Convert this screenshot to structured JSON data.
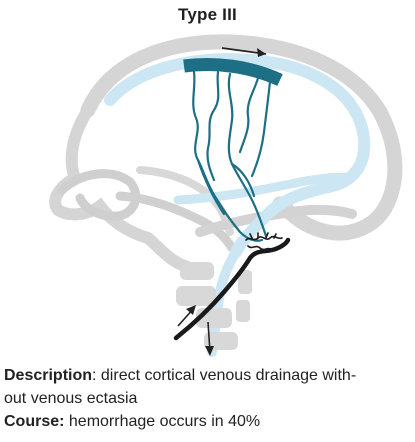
{
  "title": "Type III",
  "description": {
    "label": "Description",
    "text_line1": ": direct cortical venous drainage with-",
    "text_line2": "out venous ectasia"
  },
  "course": {
    "label": "Course:",
    "text": " hemorrhage occurs in 40%"
  },
  "colors": {
    "skull": "#d5d5d5",
    "skull_dark": "#c6c6c6",
    "sinus_light_blue": "#cce6f3",
    "drainage_vein": "#1d6f86",
    "artery": "#1a1a1a",
    "arrow": "#222222"
  }
}
